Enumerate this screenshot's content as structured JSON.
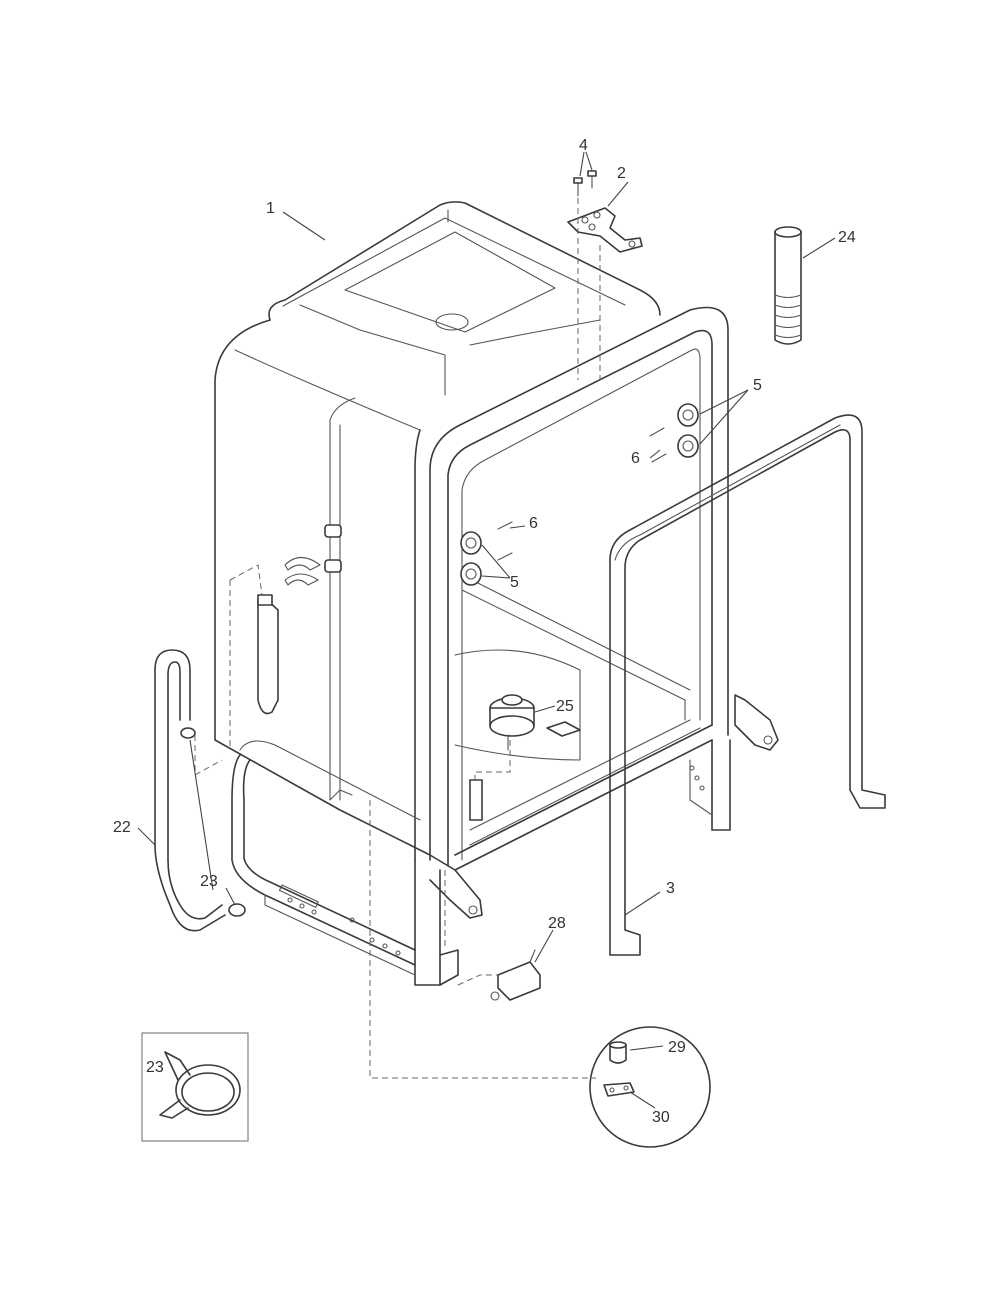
{
  "callouts": {
    "c1": "1",
    "c2": "2",
    "c3": "3",
    "c4": "4",
    "c5a": "5",
    "c5b": "5",
    "c6a": "6",
    "c6b": "6",
    "c22": "22",
    "c23a": "23",
    "c23b": "23",
    "c24": "24",
    "c25": "25",
    "c28": "28",
    "c29": "29",
    "c30": "30"
  }
}
